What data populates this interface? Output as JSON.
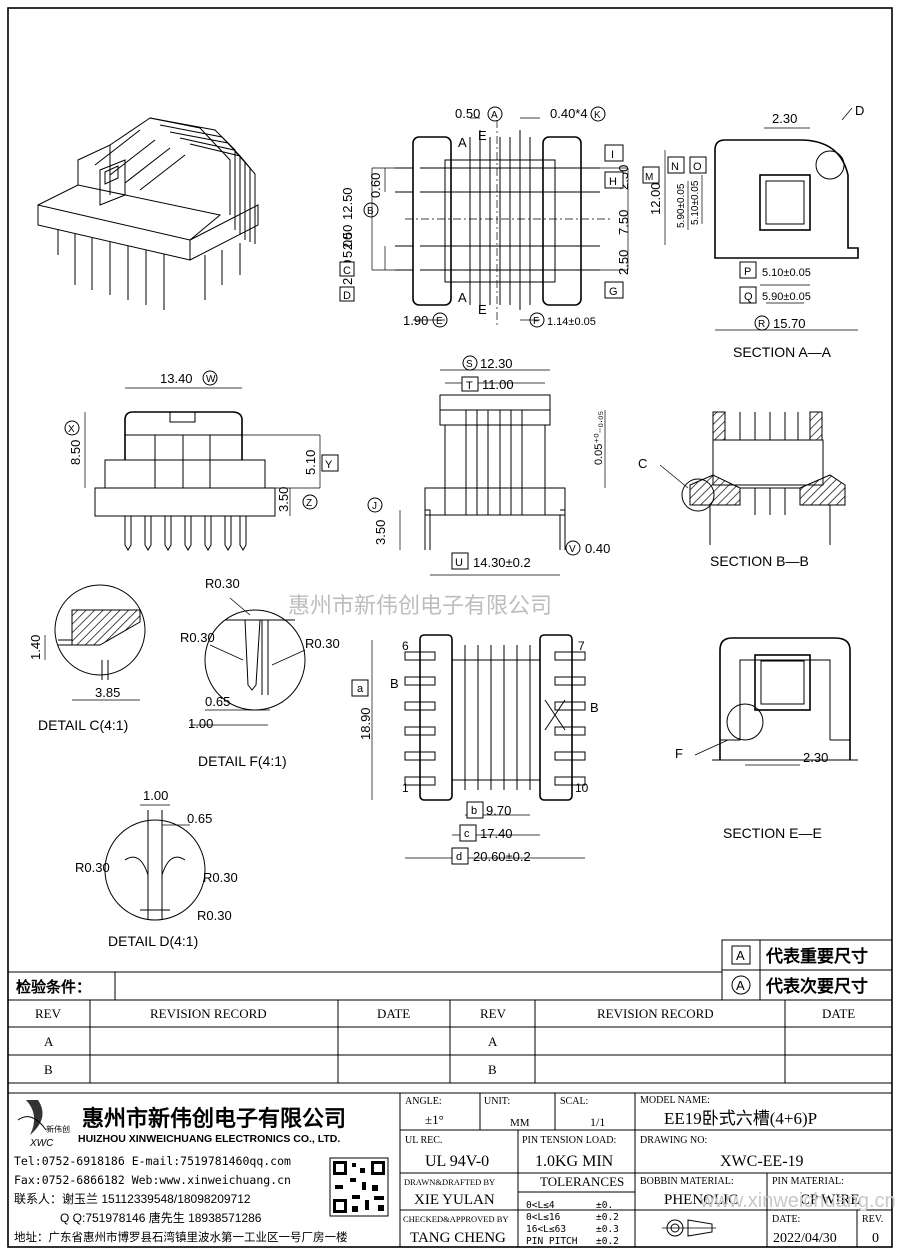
{
  "legend": {
    "important": {
      "symbol": "A",
      "label": "代表重要尺寸"
    },
    "secondary": {
      "symbol": "A",
      "label": "代表次要尺寸"
    }
  },
  "inspection_label": "检验条件：",
  "revision_table": {
    "headers": [
      "REV",
      "REVISION RECORD",
      "DATE",
      "REV",
      "REVISION RECORD",
      "DATE"
    ],
    "rows": [
      [
        "A",
        "",
        "",
        "A",
        "",
        ""
      ],
      [
        "B",
        "",
        "",
        "B",
        "",
        ""
      ]
    ]
  },
  "company": {
    "logo_text": "XWC",
    "logo_sub": "新伟创",
    "name_cn": "惠州市新伟创电子有限公司",
    "name_en": "HUIZHOU XINWEICHUANG ELECTRONICS CO., LTD.",
    "tel": "Tel:0752-6918186 E-mail:7519781460qq.com",
    "fax": "Fax:0752-6866182 Web:www.xinweichuang.cn",
    "contact": "联系人：谢玉兰 15112339548/18098209712",
    "qq": "Q Q:751978146      唐先生 18938571286",
    "address": "地址：广东省惠州市博罗县石湾镇里波水第一工业区一号厂房一楼"
  },
  "title_block": {
    "angle_label": "ANGLE:",
    "angle_value": "±1°",
    "unit_label": "UNIT:",
    "unit_value": "MM",
    "scale_label": "SCAL:",
    "scale_value": "1/1",
    "model_label": "MODEL NAME:",
    "model_value": "EE19卧式六槽(4+6)P",
    "ul_label": "UL REC.",
    "ul_value": "UL 94V-0",
    "tension_label": "PIN TENSION LOAD:",
    "tension_value": "1.0KG MIN",
    "drawing_label": "DRAWING NO:",
    "drawing_value": "XWC-EE-19",
    "drawn_label": "DRAWN&DRAFTED BY",
    "drawn_value": "XIE YULAN",
    "tolerances_label": "TOLERANCES",
    "tol_rows": [
      "0<L≤4",
      "0<L≤16",
      "16<L≤63",
      "PIN PITCH"
    ],
    "tol_values": [
      "±0.",
      "±0.2",
      "±0.3",
      "±0.2"
    ],
    "bobbin_label": "BOBBIN MATERIAL:",
    "bobbin_value": "PHENOLIC",
    "pin_label": "PIN MATERIAL:",
    "pin_value": "CP WIRE",
    "checked_label": "CHECKED&APPROVED BY",
    "checked_value": "TANG CHENG",
    "date_label": "DATE:",
    "date_value": "2022/04/30",
    "rev_label": "REV.",
    "rev_value": "0"
  },
  "watermark": "惠州市新伟创电子有限公司",
  "watermark_url": "www.xinweichuang.cn",
  "views": {
    "section_aa": "SECTION A—A",
    "section_bb": "SECTION B—B",
    "section_ee": "SECTION E—E",
    "detail_c": "DETAIL C(4:1)",
    "detail_f": "DETAIL F(4:1)",
    "detail_d": "DETAIL D(4:1)"
  },
  "dims": {
    "d050": "0.50",
    "dA": "A",
    "d040x4": "0.40*4",
    "dK": "K",
    "d060": "0.60",
    "dB": "B",
    "d1250": "12.50",
    "d250a": "2.50",
    "d250b": "2.50",
    "d500": "5.00",
    "dC": "C",
    "dD": "D",
    "d190": "1.90",
    "dE": "E",
    "dF": "F",
    "d114": "1.14±0.05",
    "dI": "I",
    "dH": "H",
    "dG": "G",
    "d250r": "2.50",
    "d750": "7.50",
    "d250r2": "2.50",
    "dA1": "A",
    "dA2": "A",
    "dE1": "E",
    "dE2": "E",
    "d230": "2.30",
    "dDlbl": "D",
    "dN": "N",
    "dO": "O",
    "dM": "M",
    "d1200": "12.00",
    "d590v": "5.90±0.05",
    "d510v": "5.10±0.05",
    "dP": "P",
    "d510h": "5.10±0.05",
    "dQ": "Q",
    "d590h": "5.90±0.05",
    "dR": "R",
    "d1570": "15.70",
    "d1340": "13.40",
    "dW": "W",
    "dX": "X",
    "d850": "8.50",
    "d510y": "5.10",
    "dY": "Y",
    "d350z": "3.50",
    "dZ": "Z",
    "dS": "S",
    "d1230": "12.30",
    "dT": "T",
    "d1100": "11.00",
    "d005": "0.05⁺⁰₋₀.₀₅",
    "dJ": "J",
    "d350j": "3.50",
    "dU": "U",
    "d1430": "14.30±0.2",
    "dV": "V",
    "d040": "0.40",
    "dClbl": "C",
    "d140": "1.40",
    "d385": "3.85",
    "fR1": "R0.30",
    "fR2": "R0.30",
    "fR3": "R0.30",
    "f065": "0.65",
    "f100": "1.00",
    "da": "a",
    "d1890": "18.90",
    "db": "b",
    "d970": "9.70",
    "dc": "c",
    "d1740": "17.40",
    "dd": "d",
    "d2060": "20.60±0.2",
    "p6": "6",
    "p7": "7",
    "p1": "1",
    "p10": "10",
    "pB1": "B",
    "pB2": "B",
    "eF": "F",
    "e230": "2.30",
    "dd100": "1.00",
    "dd065": "0.65",
    "ddR1": "R0.30",
    "ddR2": "R0.30",
    "ddR3": "R0.30"
  }
}
